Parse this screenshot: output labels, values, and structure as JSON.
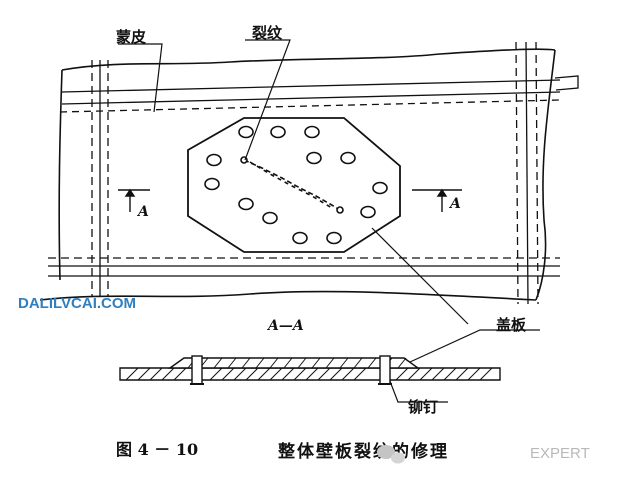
{
  "labels": {
    "skin": "蒙皮",
    "crack": "裂纹",
    "cover_plate": "盖板",
    "rivet": "铆钉",
    "section_a_left": "A",
    "section_a_right": "A",
    "section_title": "A—A"
  },
  "caption": {
    "figure_no": "图 4 － 10",
    "text": "整体壁板裂纹的修理"
  },
  "watermarks": {
    "left": "DALILVCAI.COM",
    "right_text": "EXPERT"
  },
  "colors": {
    "ink": "#111111",
    "watermark_blue": "#2f7fc1",
    "watermark_orange": "#f28c1e",
    "watermark_gray": "#b9b9b9"
  }
}
